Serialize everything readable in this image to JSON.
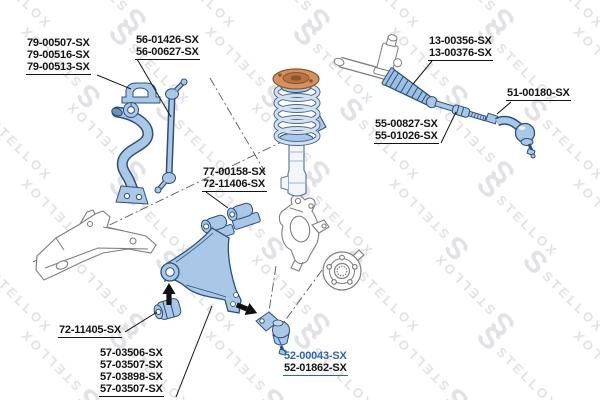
{
  "watermark": {
    "brand": "STELLOX",
    "color": "#e2e2e6"
  },
  "colors": {
    "part_blue_fill": "#a9c7e6",
    "part_navy_outline": "#2e4f78",
    "reference_gray": "#7e7e7e",
    "label_black": "#141414",
    "highlight_link_blue": "#2f65ad",
    "strut_mount_orange": "#d2915f"
  },
  "labels": {
    "stabilizer_bushing_kit": {
      "lines": [
        "79-00507-SX",
        "79-00516-SX",
        "79-00513-SX"
      ]
    },
    "stabilizer_link": {
      "lines": [
        "56-01426-SX",
        "56-00627-SX"
      ]
    },
    "steering_boot_kit": {
      "lines": [
        "13-00356-SX",
        "13-00376-SX"
      ]
    },
    "tie_rod_end": {
      "lines": [
        "51-00180-SX"
      ]
    },
    "inner_tie_rod": {
      "lines": [
        "55-00827-SX",
        "55-01026-SX"
      ]
    },
    "arm_rear_bushing": {
      "lines": [
        "77-00158-SX",
        "72-11406-SX"
      ]
    },
    "arm_front_bushing": {
      "lines": [
        "72-11405-SX"
      ]
    },
    "control_arm": {
      "lines": [
        "57-03506-SX",
        "57-03507-SX",
        "57-03898-SX",
        "57-03507-SX"
      ]
    },
    "ball_joint": {
      "lines": [
        "52-00043-SX",
        "52-01862-SX"
      ],
      "highlight_color": "#2f65ad"
    }
  }
}
